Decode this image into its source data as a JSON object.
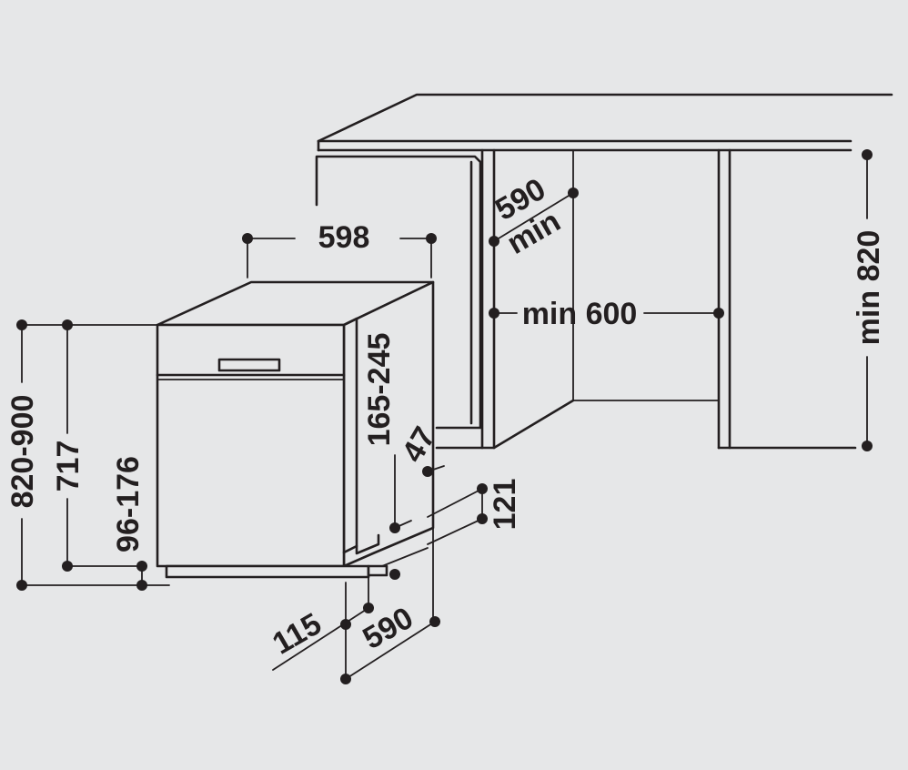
{
  "dimensions": {
    "appliance_width": "598",
    "niche_depth_value": "590",
    "niche_depth_suffix": "min",
    "niche_width": "min 600",
    "niche_height": "min 820",
    "total_height": "820-900",
    "body_height": "717",
    "plinth_range": "96-176",
    "door_offset": "165-245",
    "side_gap": "47",
    "foot_height": "121",
    "front_offset": "115",
    "appliance_depth": "590"
  },
  "colors": {
    "background": "#e6e7e8",
    "line": "#231f20"
  }
}
